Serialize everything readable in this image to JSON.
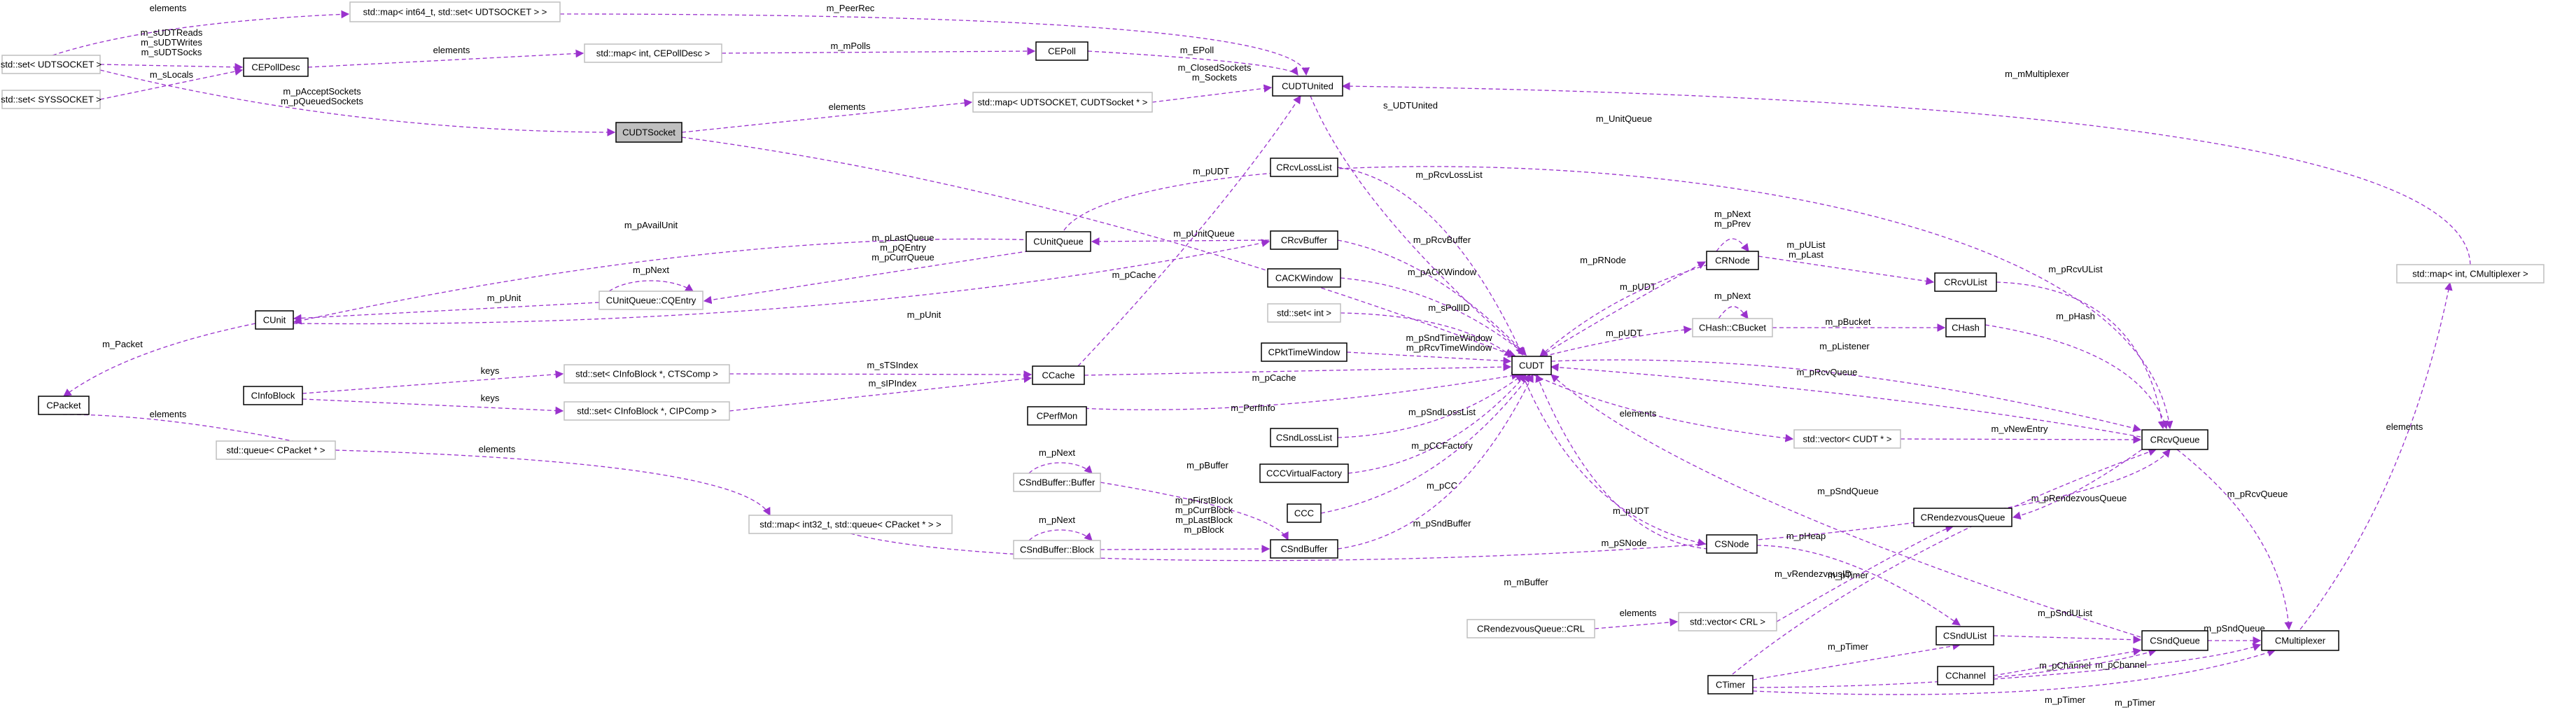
{
  "diagram": {
    "nodes": [
      {
        "id": "cudtsocket",
        "label": "CUDTSocket",
        "style": "focus"
      },
      {
        "id": "set_udtsocket",
        "label": "std::set< UDTSOCKET >",
        "style": "ext"
      },
      {
        "id": "set_syssocket",
        "label": "std::set< SYSSOCKET >",
        "style": "ext"
      },
      {
        "id": "cepolldesc",
        "label": "CEPollDesc",
        "style": "normal"
      },
      {
        "id": "map_int64_set",
        "label": "std::map< int64_t, std::set< UDTSOCKET > >",
        "style": "ext"
      },
      {
        "id": "map_int_cepolldesc",
        "label": "std::map< int, CEPollDesc >",
        "style": "ext"
      },
      {
        "id": "cepoll",
        "label": "CEPoll",
        "style": "normal"
      },
      {
        "id": "cudtunited",
        "label": "CUDTUnited",
        "style": "normal"
      },
      {
        "id": "map_udtsocket_cudtsocket",
        "label": "std::map< UDTSOCKET, CUDTSocket * >",
        "style": "ext"
      },
      {
        "id": "cunitqueue",
        "label": "CUnitQueue",
        "style": "normal"
      },
      {
        "id": "cunitqueue_cqentry",
        "label": "CUnitQueue::CQEntry",
        "style": "ext"
      },
      {
        "id": "cunit",
        "label": "CUnit",
        "style": "normal"
      },
      {
        "id": "cpacket",
        "label": "CPacket",
        "style": "normal"
      },
      {
        "id": "cinfoblock",
        "label": "CInfoBlock",
        "style": "normal"
      },
      {
        "id": "set_infoblock_ts",
        "label": "std::set< CInfoBlock *, CTSComp >",
        "style": "ext"
      },
      {
        "id": "set_infoblock_ip",
        "label": "std::set< CInfoBlock *, CIPComp >",
        "style": "ext"
      },
      {
        "id": "queue_cpacket",
        "label": "std::queue< CPacket * >",
        "style": "ext"
      },
      {
        "id": "map_int32_queue",
        "label": "std::map< int32_t, std::queue< CPacket * > >",
        "style": "ext"
      },
      {
        "id": "crcvlosslist",
        "label": "CRcvLossList",
        "style": "normal"
      },
      {
        "id": "crcvbuffer",
        "label": "CRcvBuffer",
        "style": "normal"
      },
      {
        "id": "cackwindow",
        "label": "CACKWindow",
        "style": "normal"
      },
      {
        "id": "set_int",
        "label": "std::set< int >",
        "style": "ext"
      },
      {
        "id": "cpkttimewindow",
        "label": "CPktTimeWindow",
        "style": "normal"
      },
      {
        "id": "ccache",
        "label": "CCache",
        "style": "normal"
      },
      {
        "id": "cperfmon",
        "label": "CPerfMon",
        "style": "normal"
      },
      {
        "id": "csndbuffer_buffer",
        "label": "CSndBuffer::Buffer",
        "style": "ext"
      },
      {
        "id": "csndbuffer_block",
        "label": "CSndBuffer::Block",
        "style": "ext"
      },
      {
        "id": "csndlosslist",
        "label": "CSndLossList",
        "style": "normal"
      },
      {
        "id": "cccvirtualfactory",
        "label": "CCCVirtualFactory",
        "style": "normal"
      },
      {
        "id": "ccc",
        "label": "CCC",
        "style": "normal"
      },
      {
        "id": "csndbuffer",
        "label": "CSndBuffer",
        "style": "normal"
      },
      {
        "id": "cudt",
        "label": "CUDT",
        "style": "normal"
      },
      {
        "id": "crnode",
        "label": "CRNode",
        "style": "normal"
      },
      {
        "id": "chash_cbucket",
        "label": "CHash::CBucket",
        "style": "ext"
      },
      {
        "id": "crcvulist",
        "label": "CRcvUList",
        "style": "normal"
      },
      {
        "id": "chash",
        "label": "CHash",
        "style": "normal"
      },
      {
        "id": "vector_cudt",
        "label": "std::vector< CUDT * >",
        "style": "ext"
      },
      {
        "id": "crcvqueue",
        "label": "CRcvQueue",
        "style": "normal"
      },
      {
        "id": "crendezvousqueue",
        "label": "CRendezvousQueue",
        "style": "normal"
      },
      {
        "id": "csnode",
        "label": "CSNode",
        "style": "normal"
      },
      {
        "id": "crendezvousqueue_crl",
        "label": "CRendezvousQueue::CRL",
        "style": "ext"
      },
      {
        "id": "vector_crl",
        "label": "std::vector< CRL >",
        "style": "ext"
      },
      {
        "id": "csndulist",
        "label": "CSndUList",
        "style": "normal"
      },
      {
        "id": "csndqueue",
        "label": "CSndQueue",
        "style": "normal"
      },
      {
        "id": "cchannel",
        "label": "CChannel",
        "style": "normal"
      },
      {
        "id": "ctimer",
        "label": "CTimer",
        "style": "normal"
      },
      {
        "id": "cmultiplexer",
        "label": "CMultiplexer",
        "style": "normal"
      },
      {
        "id": "map_int_cmultiplexer",
        "label": "std::map< int, CMultiplexer >",
        "style": "ext"
      }
    ],
    "edges": [
      {
        "from": "set_udtsocket",
        "to": "map_int64_set",
        "label": "elements"
      },
      {
        "from": "set_udtsocket",
        "to": "cepolldesc",
        "label": "m_sUDTReads\nm_sUDTWrites\nm_sUDTSocks"
      },
      {
        "from": "set_syssocket",
        "to": "cepolldesc",
        "label": "m_sLocals"
      },
      {
        "from": "set_udtsocket",
        "to": "cudtsocket",
        "label": "m_pAcceptSockets\nm_pQueuedSockets"
      },
      {
        "from": "cepolldesc",
        "to": "map_int_cepolldesc",
        "label": "elements"
      },
      {
        "from": "map_int64_set",
        "to": "cudtunited",
        "label": "m_PeerRec"
      },
      {
        "from": "map_int_cepolldesc",
        "to": "cepoll",
        "label": "m_mPolls"
      },
      {
        "from": "cepoll",
        "to": "cudtunited",
        "label": "m_EPoll"
      },
      {
        "from": "cudtsocket",
        "to": "map_udtsocket_cudtsocket",
        "label": "elements"
      },
      {
        "from": "map_udtsocket_cudtsocket",
        "to": "cudtunited",
        "label": "m_ClosedSockets\nm_Sockets"
      },
      {
        "from": "cudtunited",
        "to": "cudt",
        "label": "s_UDTUnited"
      },
      {
        "from": "cudtsocket",
        "to": "cudt",
        "label": "m_pUDT"
      },
      {
        "from": "cunitqueue",
        "to": "crcvqueue",
        "label": "m_UnitQueue"
      },
      {
        "from": "cunit",
        "to": "cunitqueue",
        "label": "m_pAvailUnit"
      },
      {
        "from": "cunitqueue_cqentry",
        "to": "cunitqueue",
        "label": "m_pLastQueue\nm_pQEntry\nm_pCurrQueue"
      },
      {
        "from": "cunitqueue_cqentry",
        "to": "cunitqueue_cqentry",
        "label": "m_pNext"
      },
      {
        "from": "cunit",
        "to": "cunitqueue_cqentry",
        "label": "m_pUnit"
      },
      {
        "from": "cunit",
        "to": "crcvbuffer",
        "label": "m_pUnit"
      },
      {
        "from": "cpacket",
        "to": "cunit",
        "label": "m_Packet"
      },
      {
        "from": "cunitqueue",
        "to": "crcvbuffer",
        "label": "m_pUnitQueue"
      },
      {
        "from": "cinfoblock",
        "to": "set_infoblock_ts",
        "label": "keys"
      },
      {
        "from": "cinfoblock",
        "to": "set_infoblock_ip",
        "label": "keys"
      },
      {
        "from": "set_infoblock_ts",
        "to": "ccache",
        "label": "m_sTSIndex"
      },
      {
        "from": "set_infoblock_ip",
        "to": "ccache",
        "label": "m_sIPIndex"
      },
      {
        "from": "cpacket",
        "to": "queue_cpacket",
        "label": "elements"
      },
      {
        "from": "queue_cpacket",
        "to": "map_int32_queue",
        "label": "elements"
      },
      {
        "from": "map_int32_queue",
        "to": "crcvqueue",
        "label": "m_mBuffer"
      },
      {
        "from": "ccache",
        "to": "cudtunited",
        "label": "m_pCache"
      },
      {
        "from": "crcvlosslist",
        "to": "cudt",
        "label": "m_pRcvLossList"
      },
      {
        "from": "crcvbuffer",
        "to": "cudt",
        "label": "m_pRcvBuffer"
      },
      {
        "from": "cackwindow",
        "to": "cudt",
        "label": "m_pACKWindow"
      },
      {
        "from": "set_int",
        "to": "cudt",
        "label": "m_sPollID"
      },
      {
        "from": "cpkttimewindow",
        "to": "cudt",
        "label": "m_pSndTimeWindow\nm_pRcvTimeWindow"
      },
      {
        "from": "ccache",
        "to": "cudt",
        "label": "m_pCache"
      },
      {
        "from": "cperfmon",
        "to": "cudt",
        "label": "m_PerfInfo"
      },
      {
        "from": "csndbuffer_buffer",
        "to": "csndbuffer_buffer",
        "label": "m_pNext"
      },
      {
        "from": "csndbuffer_buffer",
        "to": "csndbuffer",
        "label": "m_pBuffer"
      },
      {
        "from": "csndbuffer_block",
        "to": "csndbuffer_block",
        "label": "m_pNext"
      },
      {
        "from": "csndbuffer_block",
        "to": "csndbuffer",
        "label": "m_pFirstBlock\nm_pCurrBlock\nm_pLastBlock\nm_pBlock"
      },
      {
        "from": "csndlosslist",
        "to": "cudt",
        "label": "m_pSndLossList"
      },
      {
        "from": "cccvirtualfactory",
        "to": "cudt",
        "label": "m_pCCFactory"
      },
      {
        "from": "ccc",
        "to": "cudt",
        "label": "m_pCC"
      },
      {
        "from": "csndbuffer",
        "to": "cudt",
        "label": "m_pSndBuffer"
      },
      {
        "from": "cudt",
        "to": "crnode",
        "label": "m_pUDT"
      },
      {
        "from": "crnode",
        "to": "crnode",
        "label": "m_pNext\nm_pPrev"
      },
      {
        "from": "crnode",
        "to": "cudt",
        "label": "m_pRNode"
      },
      {
        "from": "crnode",
        "to": "crcvulist",
        "label": "m_pUList\nm_pLast"
      },
      {
        "from": "cudt",
        "to": "chash_cbucket",
        "label": "m_pUDT"
      },
      {
        "from": "chash_cbucket",
        "to": "chash_cbucket",
        "label": "m_pNext"
      },
      {
        "from": "chash_cbucket",
        "to": "chash",
        "label": "m_pBucket"
      },
      {
        "from": "crcvulist",
        "to": "crcvqueue",
        "label": "m_pRcvUList"
      },
      {
        "from": "chash",
        "to": "crcvqueue",
        "label": "m_pHash"
      },
      {
        "from": "cudt",
        "to": "crcvqueue",
        "label": "m_pListener"
      },
      {
        "from": "crcvqueue",
        "to": "cudt",
        "label": "m_pRcvQueue"
      },
      {
        "from": "cudt",
        "to": "vector_cudt",
        "label": "elements"
      },
      {
        "from": "vector_cudt",
        "to": "crcvqueue",
        "label": "m_vNewEntry"
      },
      {
        "from": "csndqueue",
        "to": "cudt",
        "label": "m_pSndQueue"
      },
      {
        "from": "crendezvousqueue",
        "to": "crcvqueue",
        "label": "m_pRendezvousQueue"
      },
      {
        "from": "cudt",
        "to": "csnode",
        "label": "m_pUDT"
      },
      {
        "from": "csnode",
        "to": "cudt",
        "label": "m_pSNode"
      },
      {
        "from": "csnode",
        "to": "csndulist",
        "label": "m_pHeap"
      },
      {
        "from": "crendezvousqueue_crl",
        "to": "vector_crl",
        "label": "elements"
      },
      {
        "from": "vector_crl",
        "to": "crendezvousqueue",
        "label": "m_vRendezvousID"
      },
      {
        "from": "ctimer",
        "to": "crcvqueue",
        "label": "m_pTimer"
      },
      {
        "from": "ctimer",
        "to": "csndulist",
        "label": "m_pTimer"
      },
      {
        "from": "csndulist",
        "to": "csndqueue",
        "label": "m_pSndUList"
      },
      {
        "from": "cchannel",
        "to": "csndqueue",
        "label": "m_pChannel"
      },
      {
        "from": "cchannel",
        "to": "cmultiplexer",
        "label": "m_pChannel"
      },
      {
        "from": "ctimer",
        "to": "csndqueue",
        "label": "m_pTimer"
      },
      {
        "from": "ctimer",
        "to": "cmultiplexer",
        "label": "m_pTimer"
      },
      {
        "from": "csndqueue",
        "to": "cmultiplexer",
        "label": "m_pSndQueue"
      },
      {
        "from": "crcvqueue",
        "to": "cmultiplexer",
        "label": "m_pRcvQueue"
      },
      {
        "from": "cmultiplexer",
        "to": "map_int_cmultiplexer",
        "label": "elements"
      },
      {
        "from": "map_int_cmultiplexer",
        "to": "cudtunited",
        "label": "m_mMultiplexer"
      }
    ]
  }
}
